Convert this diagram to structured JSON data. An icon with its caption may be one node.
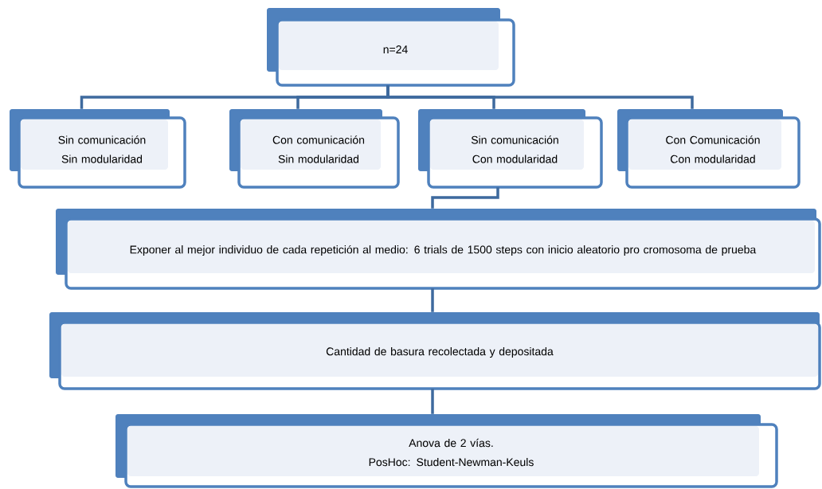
{
  "diagram": {
    "nodes": [
      {
        "text": [
          "n=24"
        ]
      },
      {
        "text": [
          "Sin comunicación",
          "Sin modularidad"
        ]
      },
      {
        "text": [
          "Con comunicación",
          "Sin modularidad"
        ]
      },
      {
        "text": [
          "Sin comunicación",
          "Con modularidad"
        ]
      },
      {
        "text": [
          "Con Comunicación",
          "Con modularidad"
        ]
      },
      {
        "text": [
          "Exponer al mejor individuo de cada repetición al medio: 6 trials de 1500 steps con inicio aleatorio pro cromosoma de prueba"
        ]
      },
      {
        "text": [
          "Cantidad de basura recolectada y depositada"
        ]
      },
      {
        "text": [
          "Anova de 2 vías.",
          "PosHoc: Student-Newman-Keuls"
        ]
      }
    ],
    "edges": [
      {
        "from": 0,
        "to": 1,
        "arrow": "none"
      },
      {
        "from": 0,
        "to": 2,
        "arrow": "none"
      },
      {
        "from": 0,
        "to": 3,
        "arrow": "none"
      },
      {
        "from": 0,
        "to": 4,
        "arrow": "none"
      },
      {
        "from": 3,
        "to": 5,
        "arrow": "none"
      },
      {
        "from": 5,
        "to": 6,
        "arrow": "none"
      },
      {
        "from": 6,
        "to": 7,
        "arrow": "none"
      }
    ]
  }
}
